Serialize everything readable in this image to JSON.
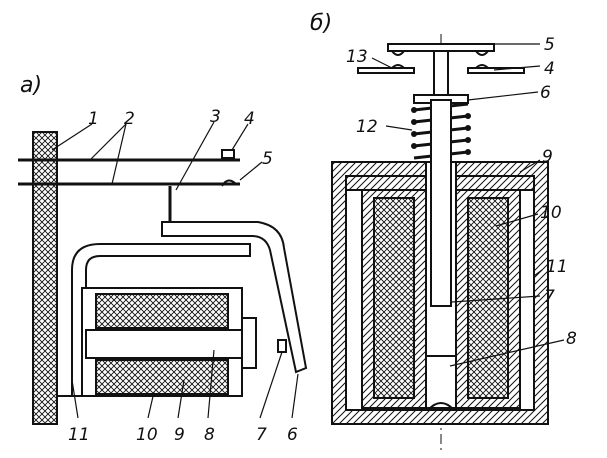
{
  "figure": {
    "panel_a": {
      "title": "а)",
      "labels": {
        "n1": "1",
        "n2": "2",
        "n3": "3",
        "n4": "4",
        "n5": "5",
        "n6": "6",
        "n7": "7",
        "n8": "8",
        "n9": "9",
        "n10": "10",
        "n11": "11"
      }
    },
    "panel_b": {
      "title": "б)",
      "labels": {
        "n4": "4",
        "n5": "5",
        "n6": "6",
        "n7": "7",
        "n8": "8",
        "n9": "9",
        "n10": "10",
        "n11": "11",
        "n12": "12",
        "n13": "13"
      }
    }
  }
}
